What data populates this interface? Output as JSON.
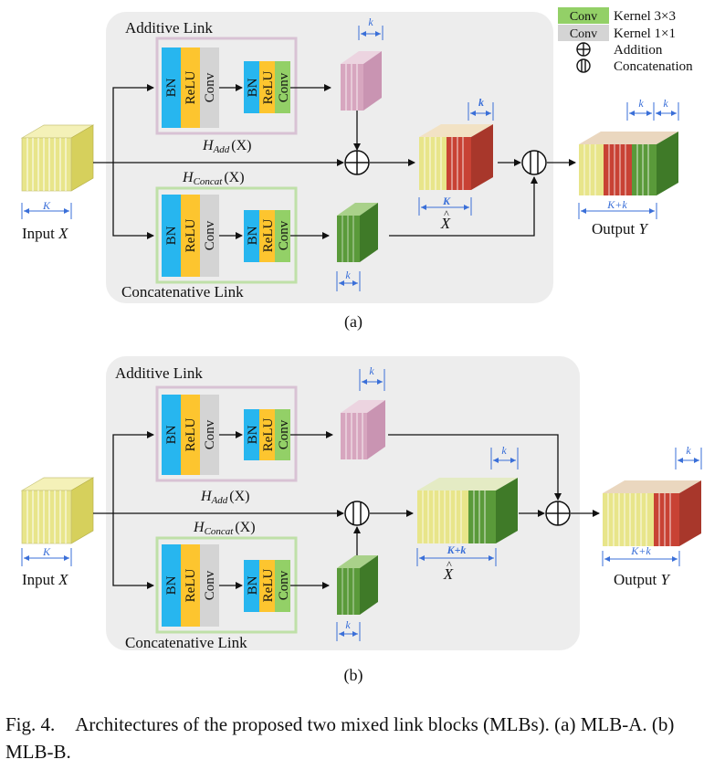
{
  "legend": {
    "conv_3x3_box": "Conv",
    "conv_3x3_text": "Kernel 3×3",
    "conv_1x1_box": "Conv",
    "conv_1x1_text": "Kernel 1×1",
    "addition": "Addition",
    "concatenation": "Concatenation"
  },
  "layers": {
    "bn": "BN",
    "relu": "ReLU",
    "conv": "Conv"
  },
  "colors": {
    "bn": "#27b6ef",
    "relu": "#fdc52f",
    "conv1x1": "#d4d4d4",
    "conv3x3": "#93d067",
    "panel": "#ededed",
    "additive_border": "#d8c2d4",
    "concat_border": "#bfe0a8",
    "arrow_blue": "#3a6fd8",
    "input_yellow": "#e8e58a",
    "pink": "#d7a6bf",
    "green": "#5a9a3a",
    "red": "#c84234"
  },
  "diagram_a": {
    "additive_link": "Additive Link",
    "concatenative_link": "Concatenative Link",
    "h_add": "H",
    "h_add_sub": "Add",
    "h_concat": "H",
    "h_concat_sub": "Concat",
    "h_arg": "(X)",
    "input_label": "Input ",
    "input_var": "X",
    "output_label": "Output ",
    "output_var": "Y",
    "k_small": "k",
    "k_big": "K",
    "k_sum": "K+k",
    "xhat": "X",
    "panel_label": "(a)"
  },
  "diagram_b": {
    "additive_link": "Additive Link",
    "concatenative_link": "Concatenative Link",
    "h_add": "H",
    "h_add_sub": "Add",
    "h_concat": "H",
    "h_concat_sub": "Concat",
    "h_arg": "(X)",
    "input_label": "Input ",
    "input_var": "X",
    "output_label": "Output ",
    "output_var": "Y",
    "k_small": "k",
    "k_big": "K",
    "k_sum": "K+k",
    "xhat": "X",
    "panel_label": "(b)"
  },
  "caption": {
    "number": "Fig. 4.",
    "text": "Architectures of the proposed two mixed link blocks (MLBs). (a) MLB-A. (b) MLB-B."
  }
}
